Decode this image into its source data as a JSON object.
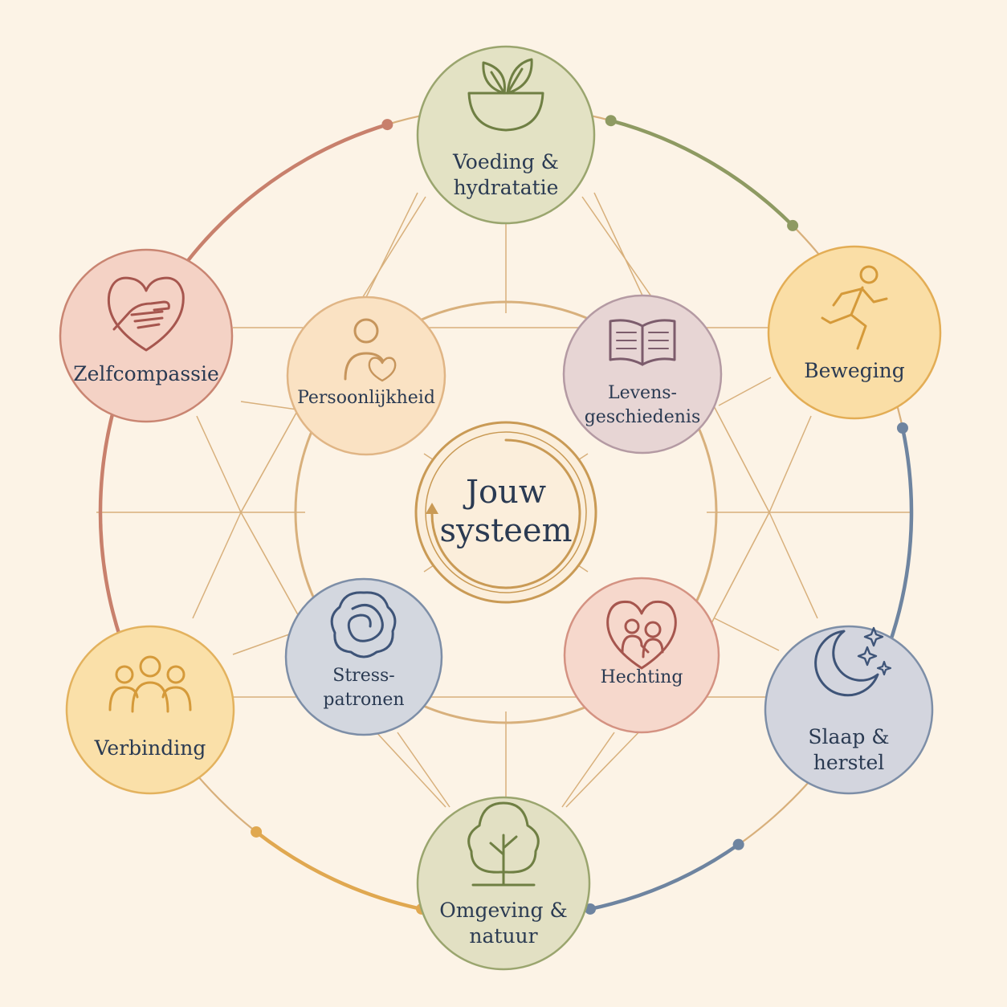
{
  "center": {
    "lines": [
      "Jouw",
      "systeem"
    ],
    "fill": "#fbeedb",
    "stroke": "#c99a55"
  },
  "outer_nodes": [
    {
      "id": "voeding",
      "lines": [
        "Voeding &",
        "hydratatie"
      ],
      "icon": "bowl-with-leaves-icon",
      "fill": "#e3e2c4",
      "stroke": "#9aa56e",
      "ink": "#6f7f43"
    },
    {
      "id": "beweging",
      "lines": [
        "Beweging"
      ],
      "icon": "running-person-icon",
      "fill": "#fadea6",
      "stroke": "#e3ad55",
      "ink": "#d59a3a"
    },
    {
      "id": "slaap",
      "lines": [
        "Slaap &",
        "herstel"
      ],
      "icon": "moon-and-stars-icon",
      "fill": "#d3d5de",
      "stroke": "#7d8ea7",
      "ink": "#3e5478"
    },
    {
      "id": "omgeving",
      "lines": [
        "Omgeving &",
        "natuur"
      ],
      "icon": "tree-icon",
      "fill": "#e2e0c3",
      "stroke": "#9aa56e",
      "ink": "#6f7f43"
    },
    {
      "id": "verbinding",
      "lines": [
        "Verbinding"
      ],
      "icon": "three-people-icon",
      "fill": "#fae0a9",
      "stroke": "#e3b25e",
      "ink": "#d59a3a"
    },
    {
      "id": "zelfcompassie",
      "lines": [
        "Zelfcompassie"
      ],
      "icon": "hand-on-heart-icon",
      "fill": "#f4d2c5",
      "stroke": "#c98572",
      "ink": "#a6564e"
    }
  ],
  "inner_nodes": [
    {
      "id": "persoonlijkheid",
      "lines": [
        "Persoonlijkheid"
      ],
      "icon": "person-with-heart-icon",
      "fill": "#fae2c3",
      "stroke": "#e0b585",
      "ink": "#c6955c"
    },
    {
      "id": "levensgeschiedenis",
      "lines": [
        "Levens-",
        "geschiedenis"
      ],
      "icon": "open-book-icon",
      "fill": "#e7d5d4",
      "stroke": "#b49aa3",
      "ink": "#7c5c6c"
    },
    {
      "id": "hechting",
      "lines": [
        "Hechting"
      ],
      "icon": "family-heart-icon",
      "fill": "#f6d8cc",
      "stroke": "#d49282",
      "ink": "#a6564e"
    },
    {
      "id": "stresspatronen",
      "lines": [
        "Stress-",
        "patronen"
      ],
      "icon": "swirl-knot-icon",
      "fill": "#d3d7df",
      "stroke": "#7d8ea7",
      "ink": "#3e5478"
    }
  ],
  "ring_colors": {
    "grid": "#d8b07c",
    "warm": "#e0a850",
    "rose": "#c8806c",
    "olive": "#8e9a62",
    "blue": "#6e84a0"
  }
}
